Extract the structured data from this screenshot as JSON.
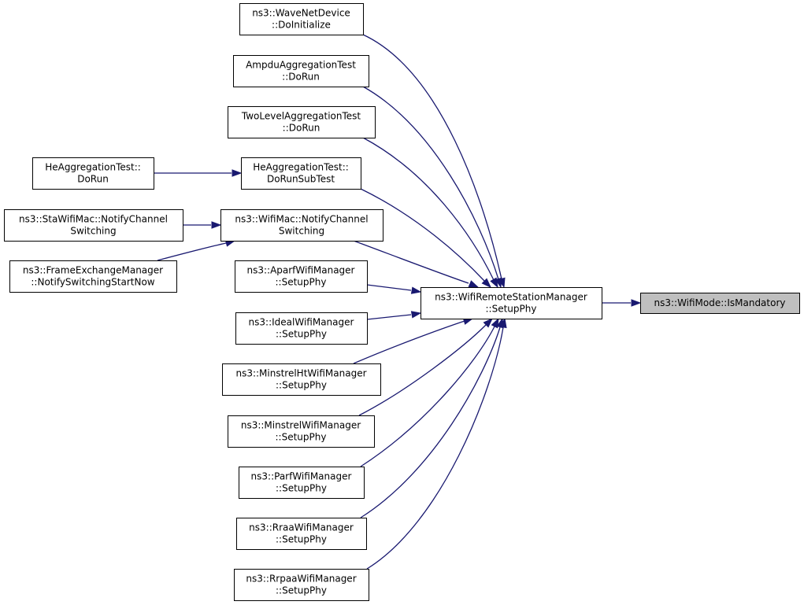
{
  "graph": {
    "edge_color": "#191970",
    "highlight_fill": "#bfbfbf",
    "nodes": [
      {
        "id": "ismandatory",
        "lines": [
          "ns3::WifiMode::IsMandatory"
        ],
        "highlight": true
      },
      {
        "id": "wrsm_setupphy",
        "lines": [
          "ns3::WifiRemoteStationManager",
          "::SetupPhy"
        ]
      },
      {
        "id": "wavenet_doinit",
        "lines": [
          "ns3::WaveNetDevice",
          "::DoInitialize"
        ]
      },
      {
        "id": "ampdu_dorun",
        "lines": [
          "AmpduAggregationTest",
          "::DoRun"
        ]
      },
      {
        "id": "twolevel_dorun",
        "lines": [
          "TwoLevelAggregationTest",
          "::DoRun"
        ]
      },
      {
        "id": "he_dorunsubtest",
        "lines": [
          "HeAggregationTest::",
          "DoRunSubTest"
        ]
      },
      {
        "id": "he_dorun",
        "lines": [
          "HeAggregationTest::",
          "DoRun"
        ]
      },
      {
        "id": "wifimac_notify",
        "lines": [
          "ns3::WifiMac::NotifyChannel",
          "Switching"
        ]
      },
      {
        "id": "stawifimac_notify",
        "lines": [
          "ns3::StaWifiMac::NotifyChannel",
          "Switching"
        ]
      },
      {
        "id": "fem_notify",
        "lines": [
          "ns3::FrameExchangeManager",
          "::NotifySwitchingStartNow"
        ]
      },
      {
        "id": "aparf_setupphy",
        "lines": [
          "ns3::AparfWifiManager",
          "::SetupPhy"
        ]
      },
      {
        "id": "ideal_setupphy",
        "lines": [
          "ns3::IdealWifiManager",
          "::SetupPhy"
        ]
      },
      {
        "id": "minstrelht_setupphy",
        "lines": [
          "ns3::MinstrelHtWifiManager",
          "::SetupPhy"
        ]
      },
      {
        "id": "minstrel_setupphy",
        "lines": [
          "ns3::MinstrelWifiManager",
          "::SetupPhy"
        ]
      },
      {
        "id": "parf_setupphy",
        "lines": [
          "ns3::ParfWifiManager",
          "::SetupPhy"
        ]
      },
      {
        "id": "rraa_setupphy",
        "lines": [
          "ns3::RraaWifiManager",
          "::SetupPhy"
        ]
      },
      {
        "id": "rrpaa_setupphy",
        "lines": [
          "ns3::RrpaaWifiManager",
          "::SetupPhy"
        ]
      }
    ],
    "edges": [
      {
        "from": "wrsm_setupphy",
        "to": "ismandatory"
      },
      {
        "from": "wavenet_doinit",
        "to": "wrsm_setupphy"
      },
      {
        "from": "ampdu_dorun",
        "to": "wrsm_setupphy"
      },
      {
        "from": "twolevel_dorun",
        "to": "wrsm_setupphy"
      },
      {
        "from": "he_dorunsubtest",
        "to": "wrsm_setupphy"
      },
      {
        "from": "he_dorun",
        "to": "he_dorunsubtest"
      },
      {
        "from": "wifimac_notify",
        "to": "wrsm_setupphy"
      },
      {
        "from": "stawifimac_notify",
        "to": "wifimac_notify"
      },
      {
        "from": "fem_notify",
        "to": "wifimac_notify"
      },
      {
        "from": "aparf_setupphy",
        "to": "wrsm_setupphy"
      },
      {
        "from": "ideal_setupphy",
        "to": "wrsm_setupphy"
      },
      {
        "from": "minstrelht_setupphy",
        "to": "wrsm_setupphy"
      },
      {
        "from": "minstrel_setupphy",
        "to": "wrsm_setupphy"
      },
      {
        "from": "parf_setupphy",
        "to": "wrsm_setupphy"
      },
      {
        "from": "rraa_setupphy",
        "to": "wrsm_setupphy"
      },
      {
        "from": "rrpaa_setupphy",
        "to": "wrsm_setupphy"
      }
    ]
  }
}
